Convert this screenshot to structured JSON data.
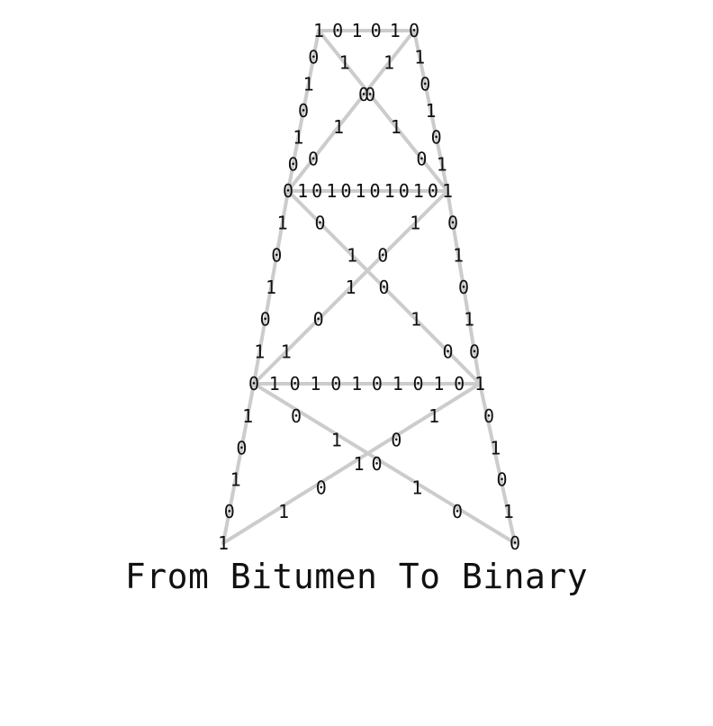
{
  "tagline": "From Bitumen To Binary",
  "colors": {
    "beam": "#cccccc",
    "digit": "#111111",
    "background": "#ffffff"
  },
  "tower": {
    "top_bar": "101010",
    "upper_bar": "010101010101",
    "lower_bar": "010101010101",
    "upper_section": {
      "left_leg": "01010",
      "right_leg": "10101",
      "diag_a": "1010",
      "diag_b": "1010"
    },
    "middle_section": {
      "left_leg": "10101",
      "right_leg": "01010",
      "diag_a": "01010",
      "diag_b": "10101"
    },
    "lower_section": {
      "left_leg": "10101",
      "right_leg": "01010",
      "diag_a": "01010",
      "diag_b": "10101"
    }
  }
}
